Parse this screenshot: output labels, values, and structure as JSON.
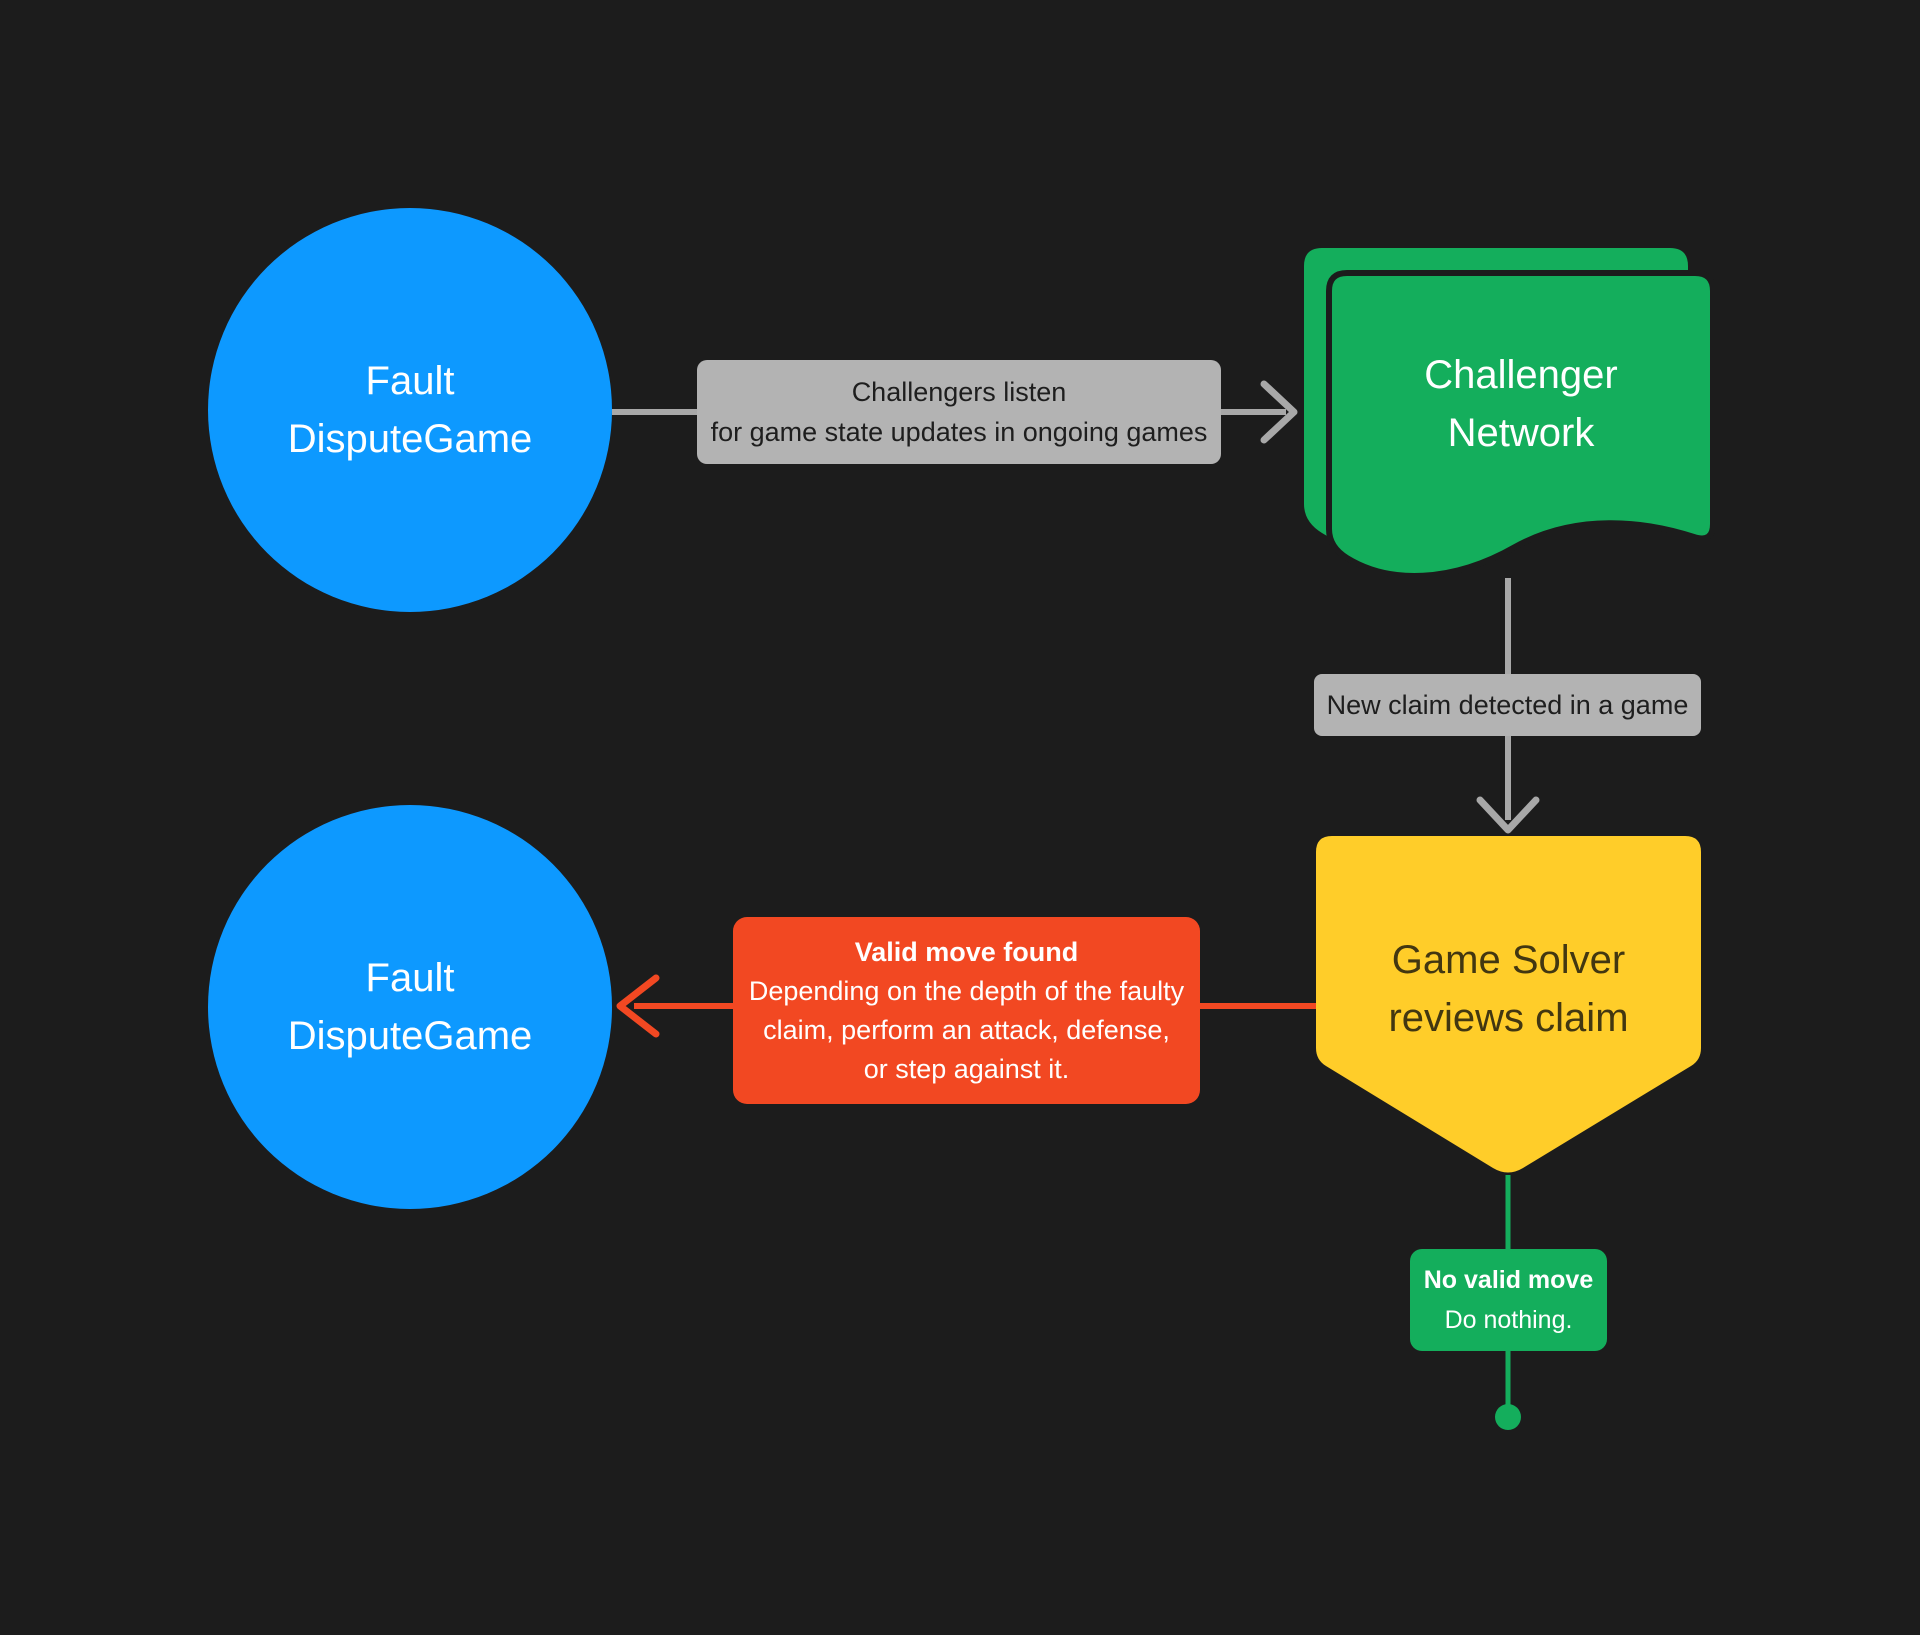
{
  "background": "#1C1C1C",
  "palette": {
    "blue": "#0D99FF",
    "green": "#14AE5C",
    "yellow": "#FFCD29",
    "red": "#F24822",
    "gray_label_bg": "#B3B3B3",
    "gray_connector": "#A8A8A8",
    "dark_text": "#1E1E1E",
    "yellow_node_text": "#423711",
    "white_text": "#FFFFFF"
  },
  "nodes": {
    "fault_top": {
      "type": "circle",
      "color": "#0D99FF",
      "lines": [
        "Fault",
        "DisputeGame"
      ]
    },
    "challenger_network": {
      "type": "document",
      "color": "#14AE5C",
      "lines": [
        "Challenger",
        "Network"
      ]
    },
    "game_solver": {
      "type": "banner-down",
      "color": "#FFCD29",
      "lines": [
        "Game Solver",
        "reviews claim"
      ]
    },
    "fault_bottom": {
      "type": "circle",
      "color": "#0D99FF",
      "lines": [
        "Fault",
        "DisputeGame"
      ]
    }
  },
  "edges": {
    "listen": {
      "from": "fault_top",
      "to": "challenger_network",
      "color": "#A8A8A8",
      "lines": [
        "Challengers listen",
        "for game state updates in ongoing games"
      ]
    },
    "new_claim": {
      "from": "challenger_network",
      "to": "game_solver",
      "color": "#A8A8A8",
      "lines": [
        "New claim detected in a game"
      ]
    },
    "valid_move": {
      "from": "game_solver",
      "to": "fault_bottom",
      "color": "#F24822",
      "title": "Valid move found",
      "lines": [
        "Depending on the depth of the faulty",
        "claim, perform an attack, defense,",
        "or step against it."
      ]
    },
    "no_valid_move": {
      "from": "game_solver",
      "color": "#14AE5C",
      "title": "No valid move",
      "lines": [
        "Do nothing."
      ]
    }
  }
}
